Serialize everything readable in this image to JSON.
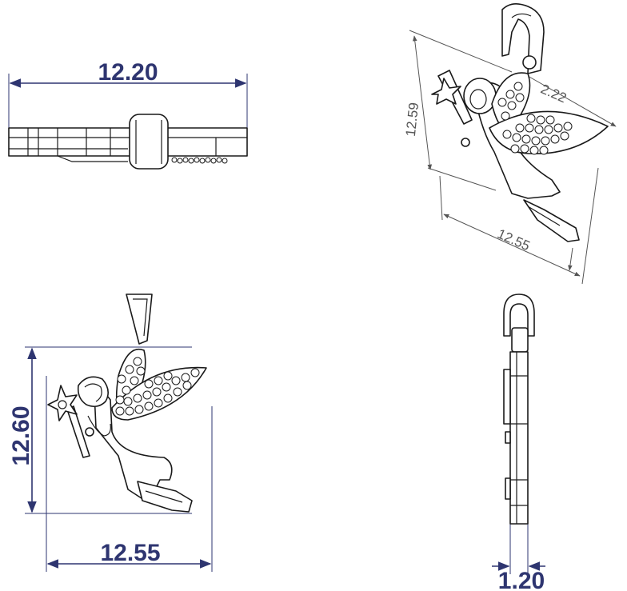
{
  "dimensions": {
    "top_width": "12.20",
    "iso_height": "12.59",
    "iso_depth": "2.22",
    "iso_width": "12.55",
    "front_height": "12.60",
    "front_width": "12.55",
    "side_thickness": "1.20"
  }
}
